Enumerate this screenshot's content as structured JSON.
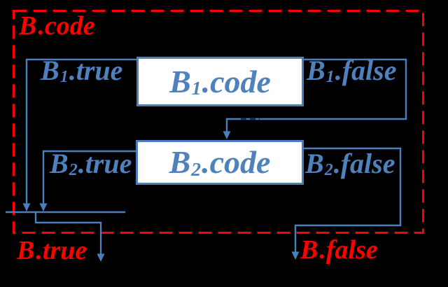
{
  "colors": {
    "background": "#000000",
    "red": "#ff0000",
    "blue": "#4a7ebc",
    "text_blue": "#4f81bd",
    "navy": "#17365d",
    "box_fill": "#ffffff"
  },
  "region": {
    "label": {
      "b": "B",
      "sub": "",
      "rest": ".code"
    }
  },
  "boxes": [
    {
      "name": "B1 code box",
      "label": {
        "b": "B",
        "sub": "1",
        "rest": ".code"
      }
    },
    {
      "name": "B2 code box",
      "label": {
        "b": "B",
        "sub": "2",
        "rest": ".code"
      }
    }
  ],
  "labels": {
    "b1_true": {
      "b": "B",
      "sub": "1",
      "rest": ".true"
    },
    "b1_false": {
      "b": "B",
      "sub": "1",
      "rest": ".false"
    },
    "b2_true": {
      "b": "B",
      "sub": "2",
      "rest": ".true"
    },
    "b2_false": {
      "b": "B",
      "sub": "2",
      "rest": ".false"
    },
    "b_true": {
      "b": "B",
      "sub": "",
      "rest": ".true"
    },
    "b_false": {
      "b": "B",
      "sub": "",
      "rest": ".false"
    }
  }
}
